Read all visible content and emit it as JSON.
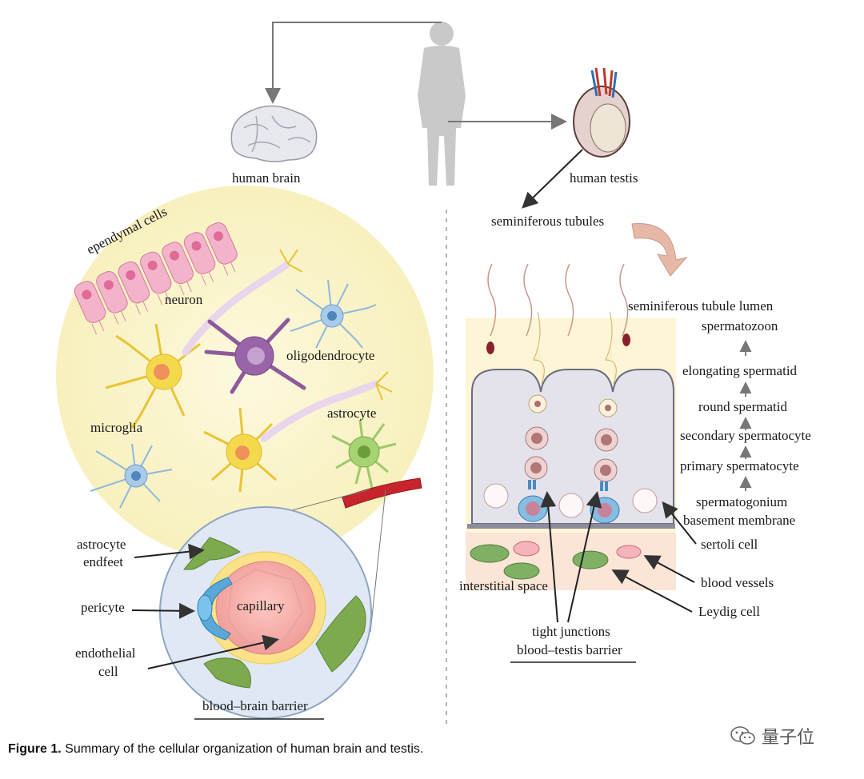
{
  "top": {
    "human_brain": "human brain",
    "human_testis": "human testis",
    "seminiferous_tubules": "seminiferous tubules"
  },
  "brain_panel": {
    "ependymal_cells": "ependymal cells",
    "neuron": "neuron",
    "oligodendrocyte": "oligodendrocyte",
    "microglia": "microglia",
    "astrocyte": "astrocyte",
    "astrocyte_endfeet_1": "astrocyte",
    "astrocyte_endfeet_2": "endfeet",
    "pericyte": "pericyte",
    "capillary": "capillary",
    "endothelial_1": "endothelial",
    "endothelial_2": "cell",
    "barrier": "blood–brain barrier"
  },
  "testis_panel": {
    "lumen": "seminiferous tubule lumen",
    "spermatozoon": "spermatozoon",
    "elongating": "elongating spermatid",
    "round": "round spermatid",
    "secondary": "secondary spermatocyte",
    "primary": "primary spermatocyte",
    "spermatogonium": "spermatogonium",
    "basement": "basement membrane",
    "sertoli": "sertoli cell",
    "interstitial": "interstitial space",
    "blood_vessels": "blood vessels",
    "leydig": "Leydig cell",
    "tight_junctions": "tight junctions",
    "barrier": "blood–testis barrier"
  },
  "caption": {
    "label": "Figure 1.",
    "text": "Summary of the cellular organization of human brain and testis."
  },
  "watermark": {
    "text": "量子位",
    "icon": "wechat-icon"
  },
  "colors": {
    "brain_bg": "#fbf6cf",
    "ependymal": "#f0a8c4",
    "neuron": "#f2d64a",
    "oligodendrocyte": "#8e5a9c",
    "microglia": "#8fb8dc",
    "astrocyte": "#9cca6a",
    "capillary": "#f5b0ad",
    "sertoli": "#e3e2ec",
    "interstitial": "#f9e3d5",
    "arrow_curve": "#e7b8a6"
  }
}
